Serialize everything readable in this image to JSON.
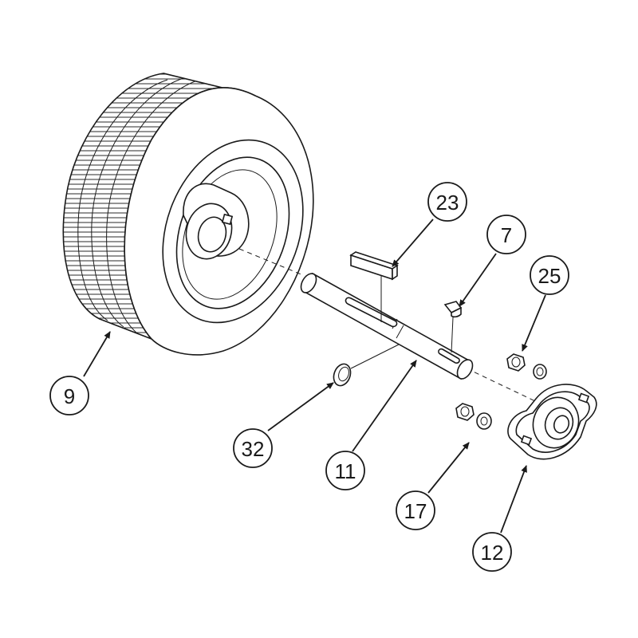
{
  "callouts": [
    {
      "id": "9",
      "label": "9"
    },
    {
      "id": "23",
      "label": "23"
    },
    {
      "id": "7",
      "label": "7"
    },
    {
      "id": "25",
      "label": "25"
    },
    {
      "id": "32",
      "label": "32"
    },
    {
      "id": "11",
      "label": "11"
    },
    {
      "id": "17",
      "label": "17"
    },
    {
      "id": "12",
      "label": "12"
    }
  ]
}
